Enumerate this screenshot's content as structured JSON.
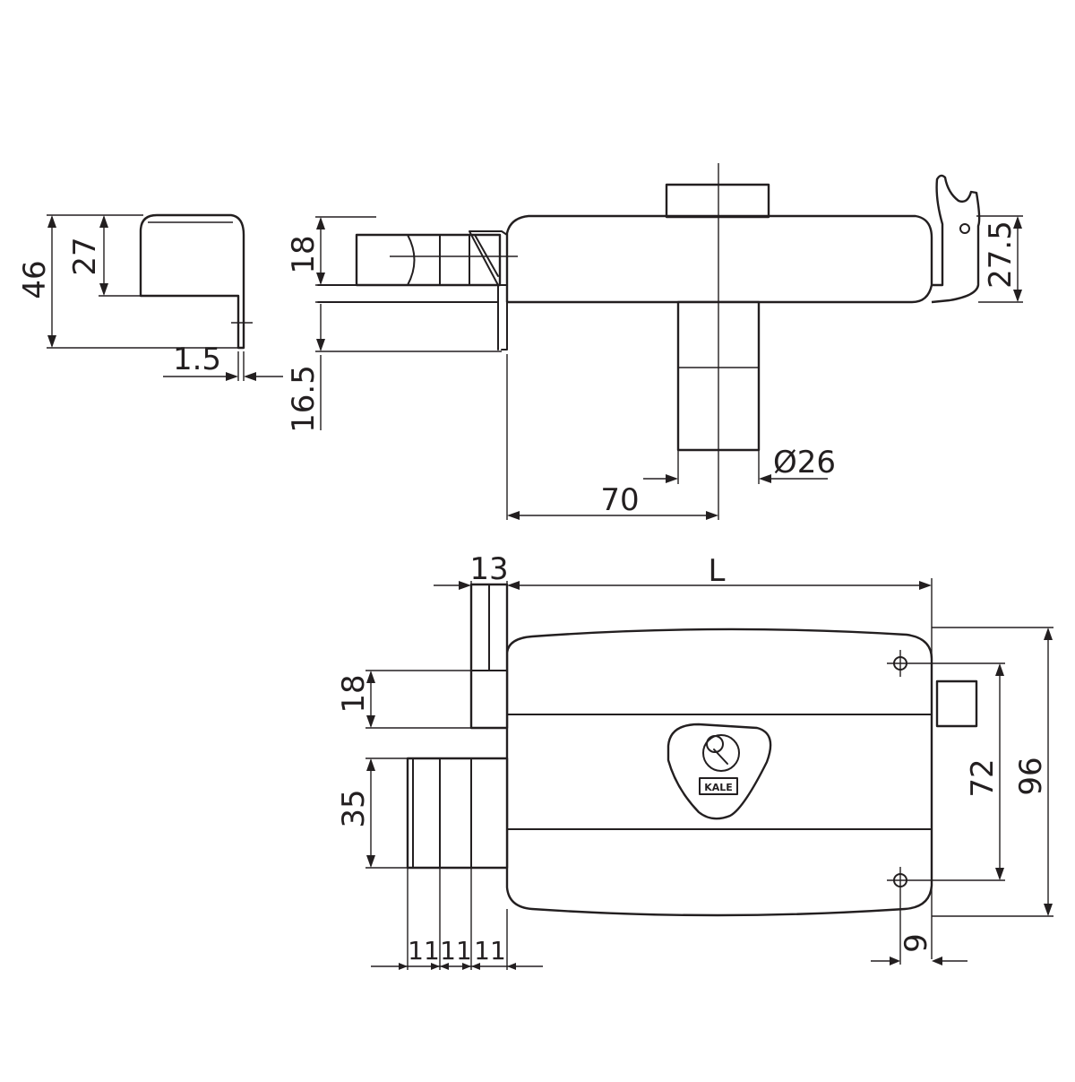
{
  "diagram": {
    "brand_mark": "KALE",
    "dimensions": {
      "strike_height": "46",
      "strike_inner_height": "27",
      "strike_thickness": "1.5",
      "side_bolt_height": "18",
      "side_latch_projection": "16.5",
      "side_hook_height": "27.5",
      "cylinder_diameter": "Ø26",
      "backset": "70",
      "front_top_offset": "13",
      "front_length": "L",
      "front_latch_height": "18",
      "front_bolt_height": "35",
      "bolt_step_1": "11",
      "bolt_step_2": "11",
      "bolt_step_3": "11",
      "hole_spacing": "72",
      "case_height": "96",
      "hole_offset": "9"
    }
  }
}
